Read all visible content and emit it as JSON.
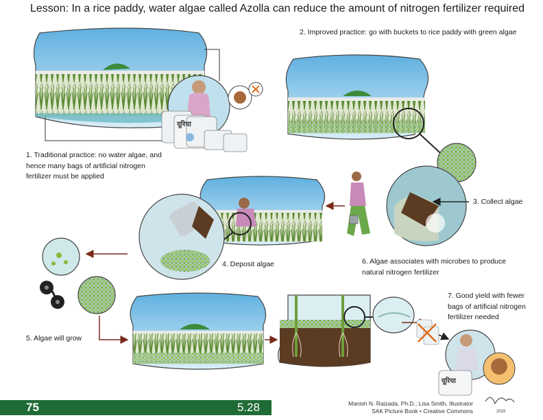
{
  "title": "Lesson: In a rice paddy, water algae called Azolla can reduce the amount of nitrogen fertilizer required",
  "steps": {
    "s1": "1. Traditional practice: no water algae, and hence many bags of artificial nitrogen fertilizer must be applied",
    "s2": "2. Improved practice: go with buckets to rice paddy with green algae",
    "s3": "3. Collect algae",
    "s4": "4. Deposit algae",
    "s5": "5. Algae will grow",
    "s6": "6. Algae associates with microbes to produce natural nitrogen fertilizer",
    "s7": "7. Good yield with fewer bags of artificial nitrogen fertilizer needed"
  },
  "bag_label": "यूरिया",
  "footer": {
    "page_number": "75",
    "version": "5.28",
    "credit_line1": "Manish N. Raizada, Ph.D.; Lisa Smith, Illustrator",
    "credit_line2": "SAK Picture Book • Creative Commons",
    "signature_year": "2015"
  },
  "colors": {
    "sky": "#8ec9ea",
    "water": "#6fbfc8",
    "rice": "#6f9e3a",
    "soil": "#5b3b22",
    "algae": "#9fbf3a",
    "footer_green": "#1f6b36"
  }
}
